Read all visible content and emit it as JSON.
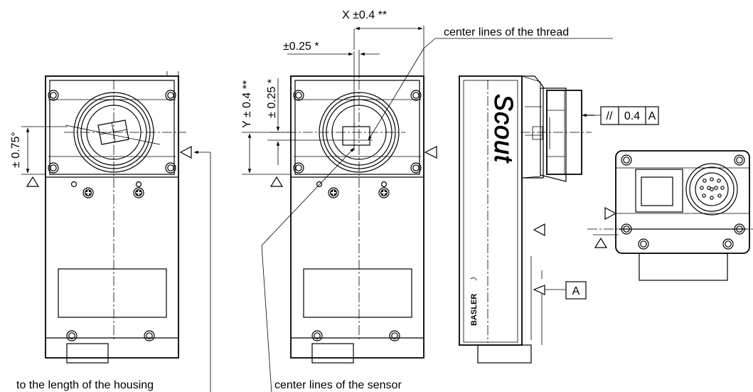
{
  "labels": {
    "x_tol": "X  ±0.4 **",
    "x_offset": "±0.25 *",
    "y_tol": "Y  ± 0.4 **",
    "y_offset": "± 0.25 *",
    "angle": "± 0.75°",
    "thread_lines": "center lines of the thread",
    "sensor_lines": "center lines of the sensor",
    "housing_length": "to the length of the housing",
    "flatness_symbol": "//",
    "flatness_value": "0.4",
    "flatness_datum": "A",
    "datum_a": "A",
    "brand_vertical": "Scout",
    "logo_text": "BASLER"
  }
}
